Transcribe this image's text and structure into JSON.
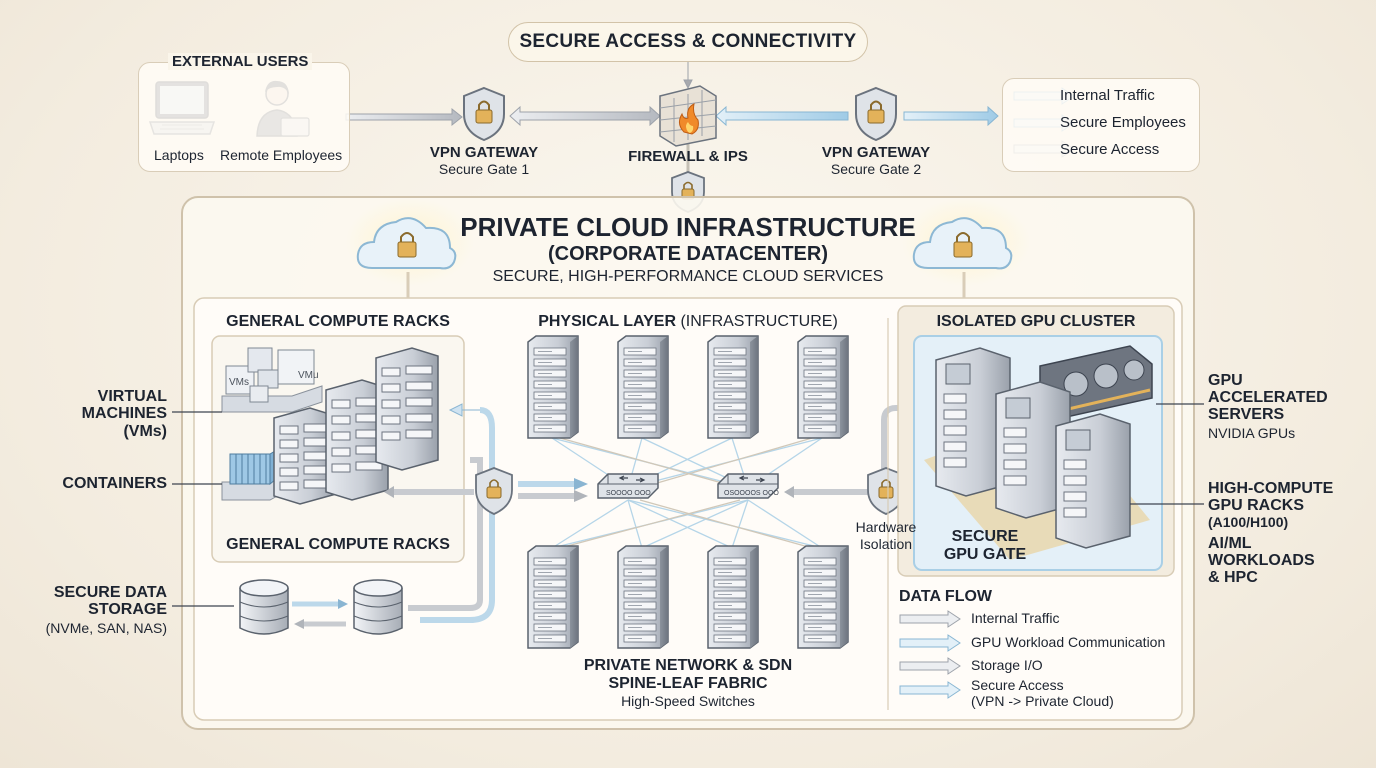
{
  "top": {
    "title": "SECURE ACCESS & CONNECTIVITY",
    "external_users": {
      "title": "EXTERNAL USERS",
      "laptops": "Laptops",
      "remote_employees": "Remote Employees"
    },
    "vpn1": {
      "title": "VPN GATEWAY",
      "subtitle": "Secure Gate 1"
    },
    "firewall": "FIREWALL & IPS",
    "vpn2": {
      "title": "VPN GATEWAY",
      "subtitle": "Secure Gate 2"
    },
    "legend": [
      "Internal Traffic",
      "Secure Employees",
      "Secure Access"
    ]
  },
  "cloud": {
    "title": "PRIVATE CLOUD INFRASTRUCTURE",
    "subtitle": "(CORPORATE DATACENTER)",
    "tagline": "SECURE, HIGH-PERFORMANCE CLOUD SERVICES",
    "general_title": "GENERAL COMPUTE RACKS",
    "general_bottom": "GENERAL COMPUTE RACKS",
    "physical_title_bold": "PHYSICAL LAYER",
    "physical_title_rest": "(INFRASTRUCTURE)",
    "network_title_1": "PRIVATE NETWORK & SDN",
    "network_title_2": "SPINE-LEAF FABRIC",
    "network_sub": "High-Speed Switches",
    "gpu_title": "ISOLATED GPU CLUSTER",
    "hardware_isolation_1": "Hardware",
    "hardware_isolation_2": "Isolation",
    "secure_gpu_1": "SECURE",
    "secure_gpu_2": "GPU GATE",
    "vm_tag": "VMs",
    "vm_tag_2": "VMu",
    "switch_1": "SOOOO  OOO",
    "switch_2": "OSOOOOS  OOO"
  },
  "left_labels": {
    "vm_1": "VIRTUAL",
    "vm_2": "MACHINES",
    "vm_3": "(VMs)",
    "containers": "CONTAINERS",
    "storage_1": "SECURE DATA",
    "storage_2": "STORAGE",
    "storage_3": "(NVMe, SAN, NAS)"
  },
  "right_labels": {
    "gpu_acc_1": "GPU",
    "gpu_acc_2": "ACCELERATED",
    "gpu_acc_3": "SERVERS",
    "gpu_acc_4": "NVIDIA GPUs",
    "hc_1": "HIGH-COMPUTE",
    "hc_2": "GPU RACKS",
    "hc_3": "(A100/H100)",
    "ai_1": "AI/ML",
    "ai_2": "WORKLOADS",
    "ai_3": "& HPC"
  },
  "data_flow": {
    "title": "DATA FLOW",
    "items": [
      "Internal Traffic",
      "GPU Workload Communication",
      "Storage I/O",
      "Secure Access",
      "(VPN -> Private Cloud)"
    ]
  },
  "colors": {
    "accent_blue": "#a9cfe6",
    "gray_arrow": "#b9bcc2",
    "lock_gold": "#e3b25a",
    "fire_orange": "#f08a2a"
  },
  "icons": [
    "laptop-icon",
    "user-icon",
    "shield-lock-icon",
    "firewall-icon",
    "cloud-lock-icon",
    "server-rack-icon",
    "switch-icon",
    "database-icon",
    "gpu-card-icon"
  ]
}
